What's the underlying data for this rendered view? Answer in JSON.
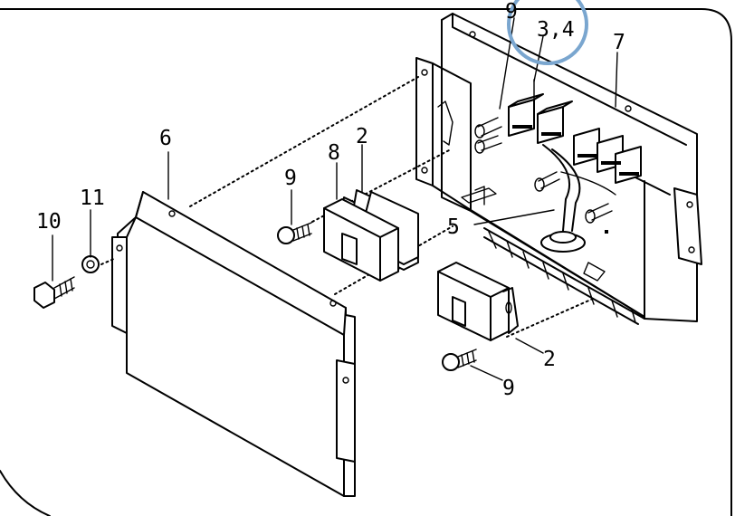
{
  "callouts": {
    "screw_top": "9",
    "relay_group": "3,4",
    "box": "7",
    "cover": "6",
    "cover_nut": "11",
    "cover_bolt": "10",
    "connector_upper_screw": "9",
    "gasket": "8",
    "connector_upper": "2",
    "harness": "5",
    "connector_lower": "2",
    "connector_lower_screw": "9"
  },
  "highlight_color": "#7aa6cf",
  "line_color": "#000000"
}
